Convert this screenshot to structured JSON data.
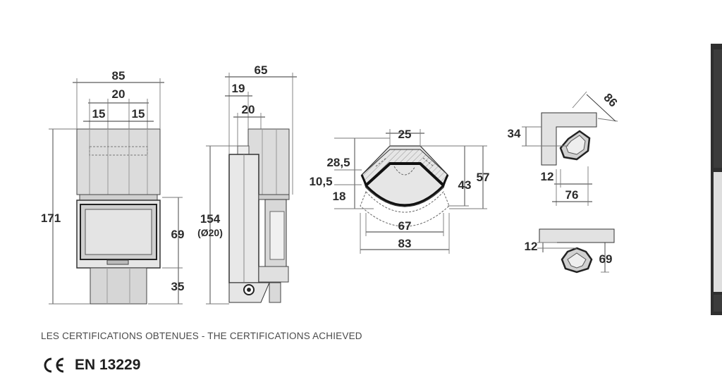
{
  "front_view": {
    "width_total": "85",
    "width_inner": "20",
    "offset_left": "15",
    "offset_right": "15",
    "height_total": "171",
    "door_height": "69",
    "base_height": "35"
  },
  "side_view": {
    "depth_total": "65",
    "depth_a": "19",
    "depth_b": "20",
    "height": "154",
    "flue_diameter": "(Ø20)"
  },
  "plan_view": {
    "top_width": "25",
    "dim_a": "28,5",
    "dim_b": "10,5",
    "dim_c": "18",
    "depth_inner": "43",
    "depth_outer": "57",
    "width_inner": "67",
    "width_outer": "83"
  },
  "corner_install": {
    "wall_offset": "34",
    "diagonal": "86",
    "gap": "12",
    "width": "76"
  },
  "wall_install": {
    "gap": "12",
    "depth": "69"
  },
  "certifications": {
    "label": "LES CERTIFICATIONS OBTENUES - THE CERTIFICATIONS ACHIEVED",
    "ce_mark": "CE",
    "standard": "EN 13229"
  }
}
